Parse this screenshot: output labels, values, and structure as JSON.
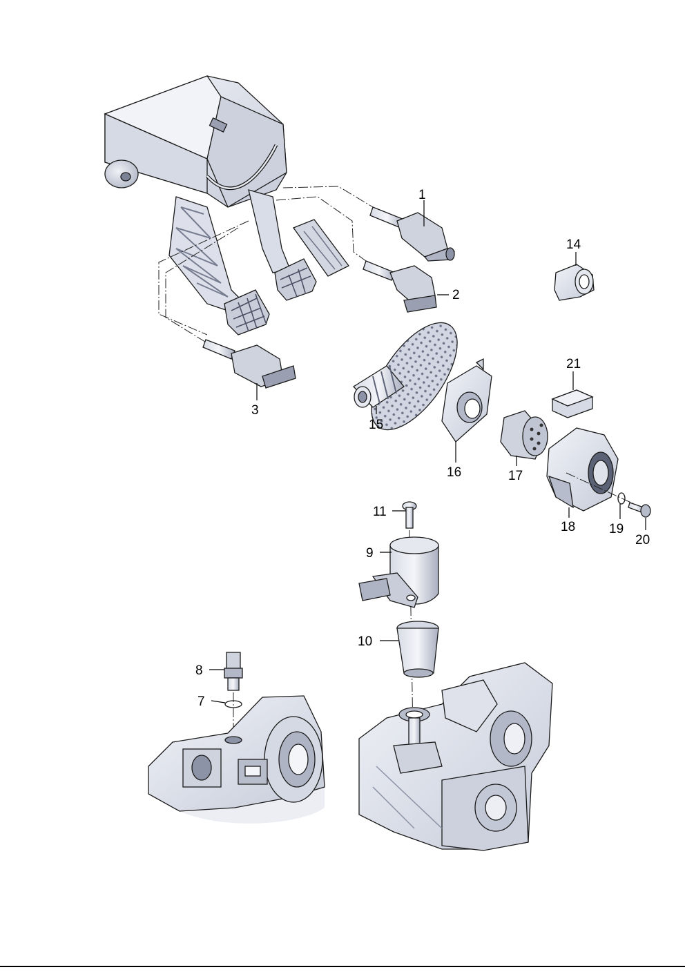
{
  "colors": {
    "part_fill": "#e4e7ef",
    "part_shade": "#c3c8d6",
    "part_dark": "#8d93a6",
    "line": "#1a1a1a"
  },
  "callouts": {
    "c1": "1",
    "c2": "2",
    "c3": "3",
    "c7": "7",
    "c8": "8",
    "c9": "9",
    "c10": "10",
    "c11": "11",
    "c14": "14",
    "c15": "15",
    "c16": "16",
    "c17": "17",
    "c18": "18",
    "c19": "19",
    "c20": "20",
    "c21": "21"
  }
}
